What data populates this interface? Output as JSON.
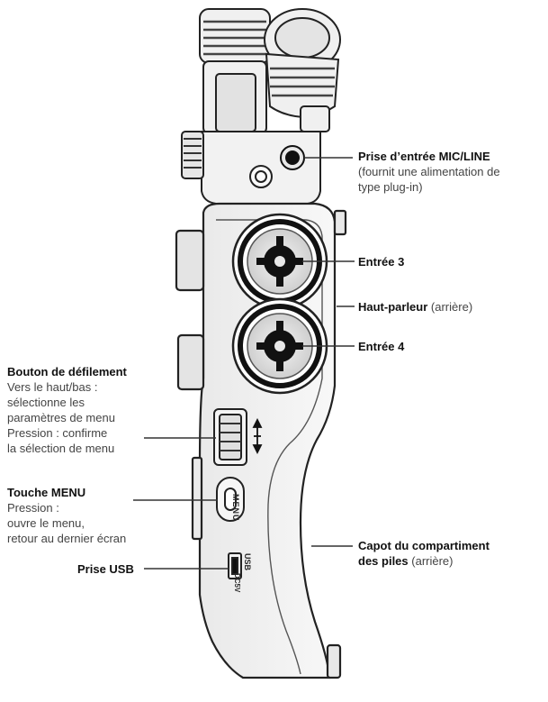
{
  "callouts": {
    "mic_line": {
      "title": "Prise d’entrée MIC/LINE",
      "lines": [
        "(fournit une alimentation de",
        "type plug-in)"
      ]
    },
    "entree3": {
      "title": "Entrée 3"
    },
    "haut_parleur": {
      "title": "Haut-parleur",
      "suffix": "(arrière)"
    },
    "entree4": {
      "title": "Entrée 4"
    },
    "bouton_defilement": {
      "title": "Bouton de défilement",
      "lines": [
        "Vers le haut/bas :",
        "sélectionne les",
        "paramètres de menu",
        "Pression : confirme",
        "la sélection de menu"
      ]
    },
    "touche_menu": {
      "title": "Touche MENU",
      "lines": [
        "Pression :",
        "ouvre le menu,",
        "retour au dernier écran"
      ]
    },
    "prise_usb": {
      "title": "Prise USB"
    },
    "capot": {
      "title": "Capot du compartiment",
      "title2": "des piles",
      "suffix": "(arrière)"
    }
  },
  "device_labels": {
    "menu": "MENU",
    "usb": "USB",
    "dc5v": "DC5V"
  }
}
